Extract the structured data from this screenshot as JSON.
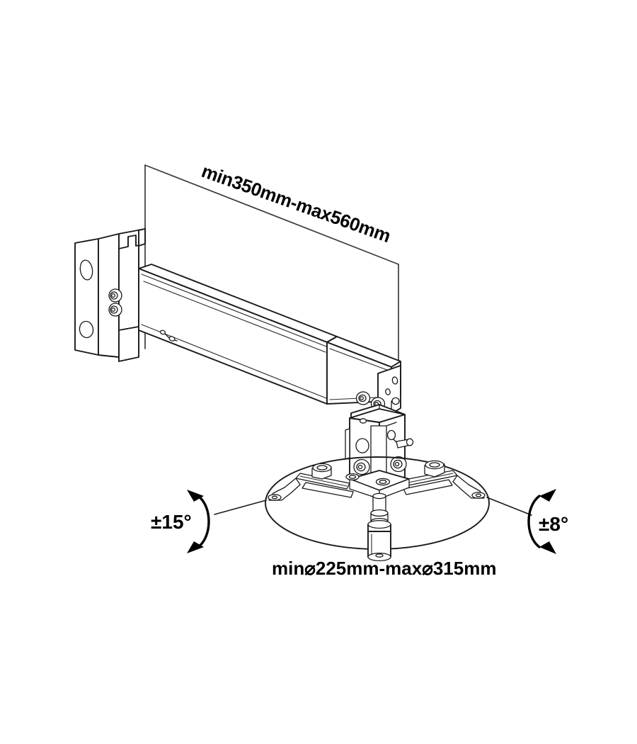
{
  "document": {
    "type": "technical-drawing",
    "subject": "Projector ceiling/wall mount bracket",
    "background_color": "#ffffff",
    "line_color": "#1a1a1a",
    "text_color": "#000000"
  },
  "dimensions": {
    "arm_extension": {
      "label": "min350mm-max560mm",
      "min": "350mm",
      "max": "560mm",
      "orientation": "diagonal"
    },
    "plate_diameter": {
      "label": "min⌀225mm-max⌀315mm",
      "min": "⌀225mm",
      "max": "⌀315mm",
      "orientation": "horizontal"
    }
  },
  "angles": {
    "left": {
      "label": "±15°",
      "value": "15",
      "icon": "rotation-arrow-icon"
    },
    "right": {
      "label": "±8°",
      "value": "8",
      "icon": "rotation-arrow-icon"
    }
  },
  "parts": {
    "wall_plate": "wall-mounting-plate",
    "wall_bracket": "wall-bracket-post",
    "telescoping_arm": "telescoping-extension-arm",
    "pivot_block": "tilt-pivot-block",
    "spider_plate": "projector-spider-plate",
    "drop_rod": "drop-rod",
    "coverage_circle": "mounting-coverage-circle"
  }
}
